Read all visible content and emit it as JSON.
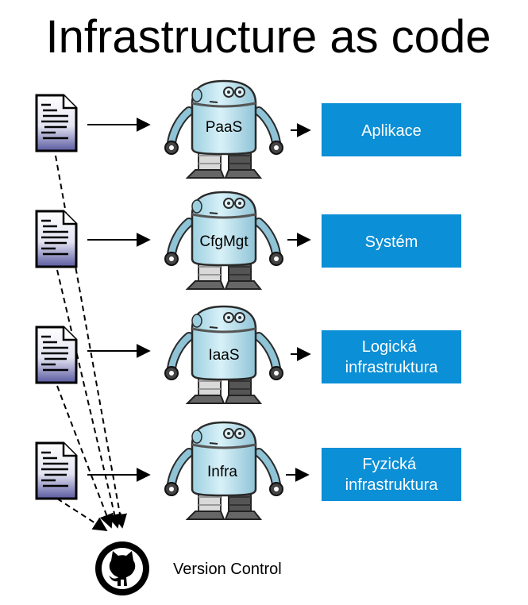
{
  "title": "Infrastructure as code",
  "colors": {
    "box": "#0b8fd6",
    "box_text": "#ffffff",
    "robot_body": "#bfe6f1",
    "robot_outline": "#2a2a2a",
    "document_accent": "#5a5aa0"
  },
  "layers": [
    {
      "robot_label": "PaaS",
      "target_lines": [
        "Aplikace"
      ]
    },
    {
      "robot_label": "CfgMgt",
      "target_lines": [
        "Systém"
      ]
    },
    {
      "robot_label": "IaaS",
      "target_lines": [
        "Logická",
        "infrastruktura"
      ]
    },
    {
      "robot_label": "Infra",
      "target_lines": [
        "Fyzická",
        "infrastruktura"
      ]
    }
  ],
  "version_control": {
    "label": "Version Control",
    "icon": "github-octocat-icon"
  }
}
